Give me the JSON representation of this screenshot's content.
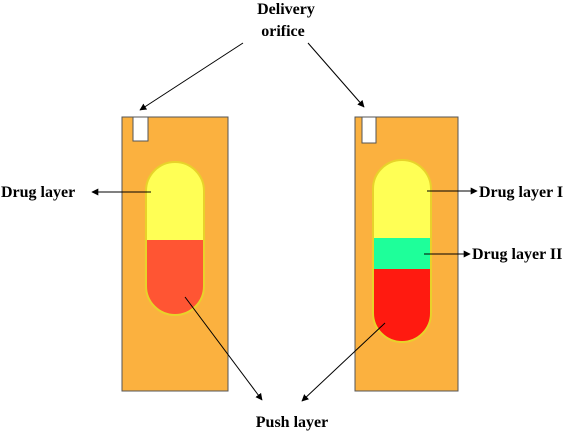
{
  "labels": {
    "delivery_orifice_line1": "Delivery",
    "delivery_orifice_line2": "orifice",
    "drug_layer": "Drug layer",
    "drug_layer_1": "Drug layer I",
    "drug_layer_2": "Drug layer II",
    "push_layer": "Push layer"
  },
  "colors": {
    "shell": "#FBB13F",
    "shell_outline": "#555555",
    "drug_layer": "#FFFF55",
    "drug_layer_2": "#1EFF9A",
    "push_layer_left": "#FF5533",
    "push_layer_right": "#FF1A10",
    "capsule_outline": "#E8D22A",
    "orifice": "#ffffff"
  }
}
